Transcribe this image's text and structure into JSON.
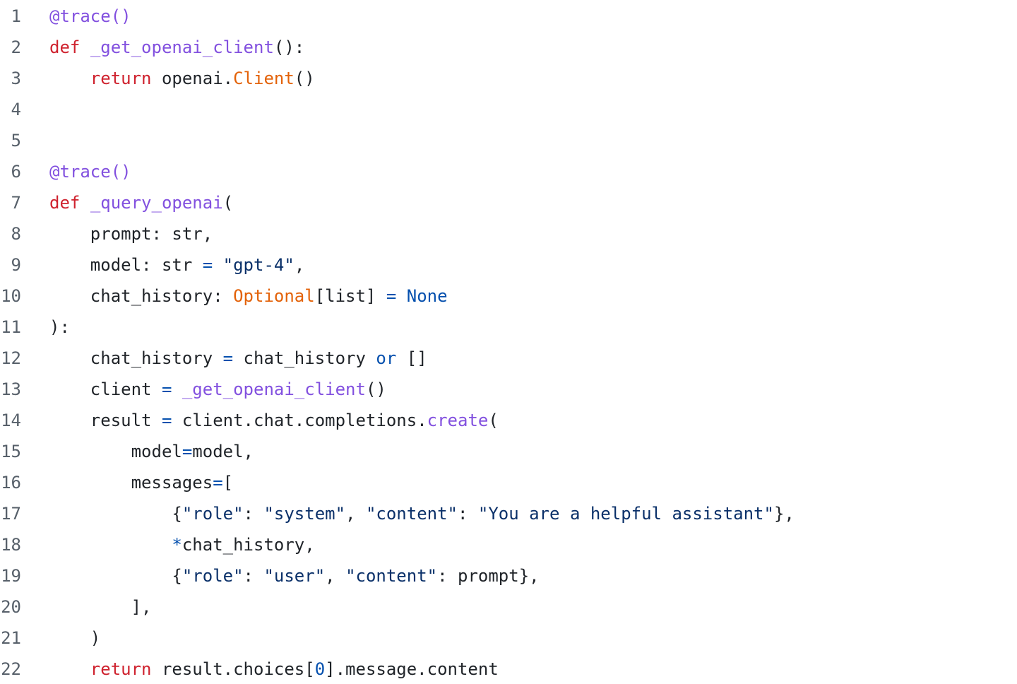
{
  "colors": {
    "plain": "#1f2328",
    "keyword": "#cf222e",
    "function": "#8250df",
    "class": "#e36209",
    "string": "#0a3069",
    "operator": "#0550ae",
    "line_number": "#57606a",
    "background": "#ffffff"
  },
  "lines": [
    {
      "number": "1",
      "indent": 0,
      "tokens": [
        {
          "t": "@trace()",
          "k": "decorator"
        }
      ]
    },
    {
      "number": "2",
      "indent": 0,
      "tokens": [
        {
          "t": "def",
          "k": "keyword"
        },
        {
          "t": " ",
          "k": "plain"
        },
        {
          "t": "_get_openai_client",
          "k": "func"
        },
        {
          "t": "():",
          "k": "plain"
        }
      ]
    },
    {
      "number": "3",
      "indent": 1,
      "tokens": [
        {
          "t": "return",
          "k": "keyword"
        },
        {
          "t": " openai.",
          "k": "plain"
        },
        {
          "t": "Client",
          "k": "class"
        },
        {
          "t": "()",
          "k": "plain"
        }
      ]
    },
    {
      "number": "4",
      "indent": 0,
      "tokens": []
    },
    {
      "number": "5",
      "indent": 0,
      "tokens": []
    },
    {
      "number": "6",
      "indent": 0,
      "tokens": [
        {
          "t": "@trace()",
          "k": "decorator"
        }
      ]
    },
    {
      "number": "7",
      "indent": 0,
      "tokens": [
        {
          "t": "def",
          "k": "keyword"
        },
        {
          "t": " ",
          "k": "plain"
        },
        {
          "t": "_query_openai",
          "k": "func"
        },
        {
          "t": "(",
          "k": "plain"
        }
      ]
    },
    {
      "number": "8",
      "indent": 1,
      "tokens": [
        {
          "t": "prompt: str,",
          "k": "plain"
        }
      ]
    },
    {
      "number": "9",
      "indent": 1,
      "tokens": [
        {
          "t": "model: str ",
          "k": "plain"
        },
        {
          "t": "=",
          "k": "operator"
        },
        {
          "t": " ",
          "k": "plain"
        },
        {
          "t": "\"gpt-4\"",
          "k": "string"
        },
        {
          "t": ",",
          "k": "plain"
        }
      ]
    },
    {
      "number": "10",
      "indent": 1,
      "tokens": [
        {
          "t": "chat_history: ",
          "k": "plain"
        },
        {
          "t": "Optional",
          "k": "class"
        },
        {
          "t": "[list] ",
          "k": "plain"
        },
        {
          "t": "=",
          "k": "operator"
        },
        {
          "t": " ",
          "k": "plain"
        },
        {
          "t": "None",
          "k": "constant"
        }
      ]
    },
    {
      "number": "11",
      "indent": 0,
      "tokens": [
        {
          "t": "):",
          "k": "plain"
        }
      ]
    },
    {
      "number": "12",
      "indent": 1,
      "tokens": [
        {
          "t": "chat_history ",
          "k": "plain"
        },
        {
          "t": "=",
          "k": "operator"
        },
        {
          "t": " chat_history ",
          "k": "plain"
        },
        {
          "t": "or",
          "k": "operator"
        },
        {
          "t": " []",
          "k": "plain"
        }
      ]
    },
    {
      "number": "13",
      "indent": 1,
      "tokens": [
        {
          "t": "client ",
          "k": "plain"
        },
        {
          "t": "=",
          "k": "operator"
        },
        {
          "t": " ",
          "k": "plain"
        },
        {
          "t": "_get_openai_client",
          "k": "func"
        },
        {
          "t": "()",
          "k": "plain"
        }
      ]
    },
    {
      "number": "14",
      "indent": 1,
      "tokens": [
        {
          "t": "result ",
          "k": "plain"
        },
        {
          "t": "=",
          "k": "operator"
        },
        {
          "t": " client.chat.completions.",
          "k": "plain"
        },
        {
          "t": "create",
          "k": "func"
        },
        {
          "t": "(",
          "k": "plain"
        }
      ]
    },
    {
      "number": "15",
      "indent": 2,
      "tokens": [
        {
          "t": "model",
          "k": "plain"
        },
        {
          "t": "=",
          "k": "operator"
        },
        {
          "t": "model,",
          "k": "plain"
        }
      ]
    },
    {
      "number": "16",
      "indent": 2,
      "tokens": [
        {
          "t": "messages",
          "k": "plain"
        },
        {
          "t": "=",
          "k": "operator"
        },
        {
          "t": "[",
          "k": "plain"
        }
      ]
    },
    {
      "number": "17",
      "indent": 3,
      "tokens": [
        {
          "t": "{",
          "k": "plain"
        },
        {
          "t": "\"role\"",
          "k": "string"
        },
        {
          "t": ": ",
          "k": "plain"
        },
        {
          "t": "\"system\"",
          "k": "string"
        },
        {
          "t": ", ",
          "k": "plain"
        },
        {
          "t": "\"content\"",
          "k": "string"
        },
        {
          "t": ": ",
          "k": "plain"
        },
        {
          "t": "\"You are a helpful assistant\"",
          "k": "string"
        },
        {
          "t": "},",
          "k": "plain"
        }
      ]
    },
    {
      "number": "18",
      "indent": 3,
      "tokens": [
        {
          "t": "*",
          "k": "operator"
        },
        {
          "t": "chat_history,",
          "k": "plain"
        }
      ]
    },
    {
      "number": "19",
      "indent": 3,
      "tokens": [
        {
          "t": "{",
          "k": "plain"
        },
        {
          "t": "\"role\"",
          "k": "string"
        },
        {
          "t": ": ",
          "k": "plain"
        },
        {
          "t": "\"user\"",
          "k": "string"
        },
        {
          "t": ", ",
          "k": "plain"
        },
        {
          "t": "\"content\"",
          "k": "string"
        },
        {
          "t": ": prompt},",
          "k": "plain"
        }
      ]
    },
    {
      "number": "20",
      "indent": 2,
      "tokens": [
        {
          "t": "],",
          "k": "plain"
        }
      ]
    },
    {
      "number": "21",
      "indent": 1,
      "tokens": [
        {
          "t": ")",
          "k": "plain"
        }
      ]
    },
    {
      "number": "22",
      "indent": 1,
      "tokens": [
        {
          "t": "return",
          "k": "keyword"
        },
        {
          "t": " result.choices[",
          "k": "plain"
        },
        {
          "t": "0",
          "k": "number"
        },
        {
          "t": "].message.content",
          "k": "plain"
        }
      ]
    }
  ]
}
